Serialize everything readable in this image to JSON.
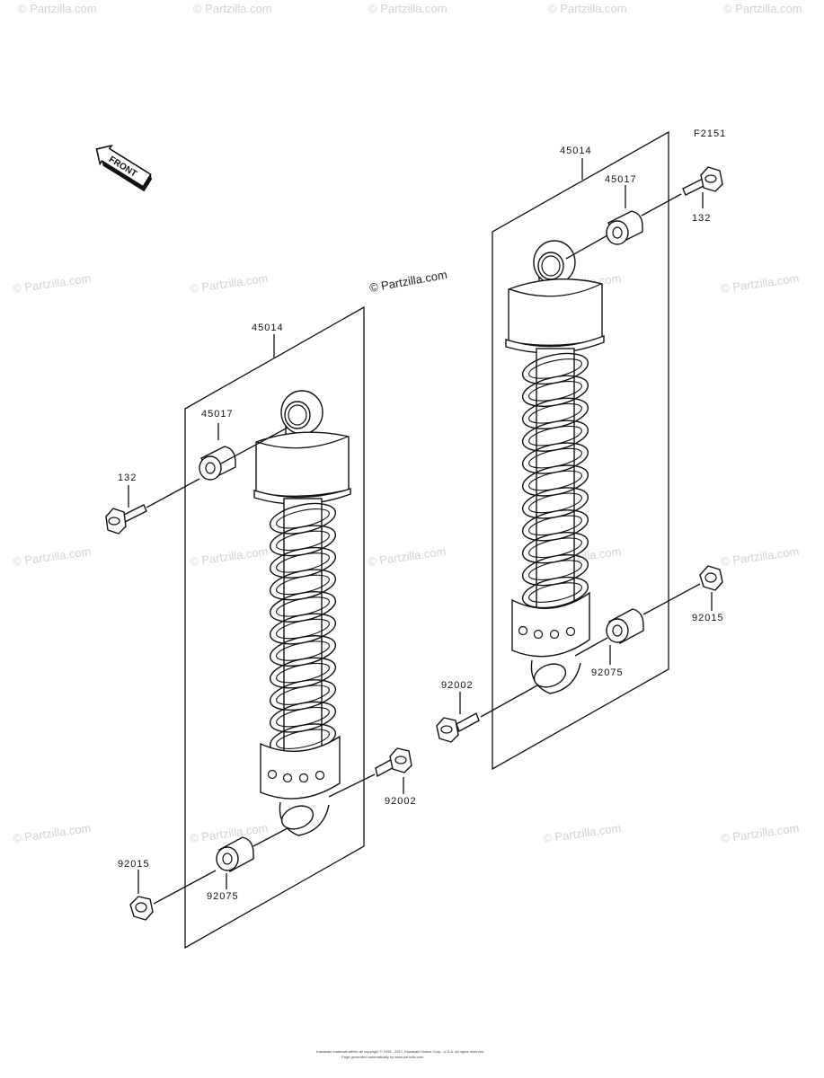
{
  "figure_code": "F2151",
  "front_label": "FRONT",
  "watermark": "© Partzilla.com",
  "footer_lines": [
    "Kawasaki materials within; all copyright © 1995 - 2017, Kawasaki Motors Corp., U.S.A. All rights reserved.",
    "Page generated automatically by www.partzilla.com"
  ],
  "parts": {
    "left": {
      "shock": "45014",
      "bushing_top": "45017",
      "bolt_top": "132",
      "bolt_bottom": "92002",
      "bushing_bottom": "92075",
      "nut": "92015"
    },
    "right": {
      "shock": "45014",
      "bushing_top": "45017",
      "bolt_top": "132",
      "bolt_bottom": "92002",
      "bushing_bottom": "92075",
      "nut": "92015"
    }
  }
}
